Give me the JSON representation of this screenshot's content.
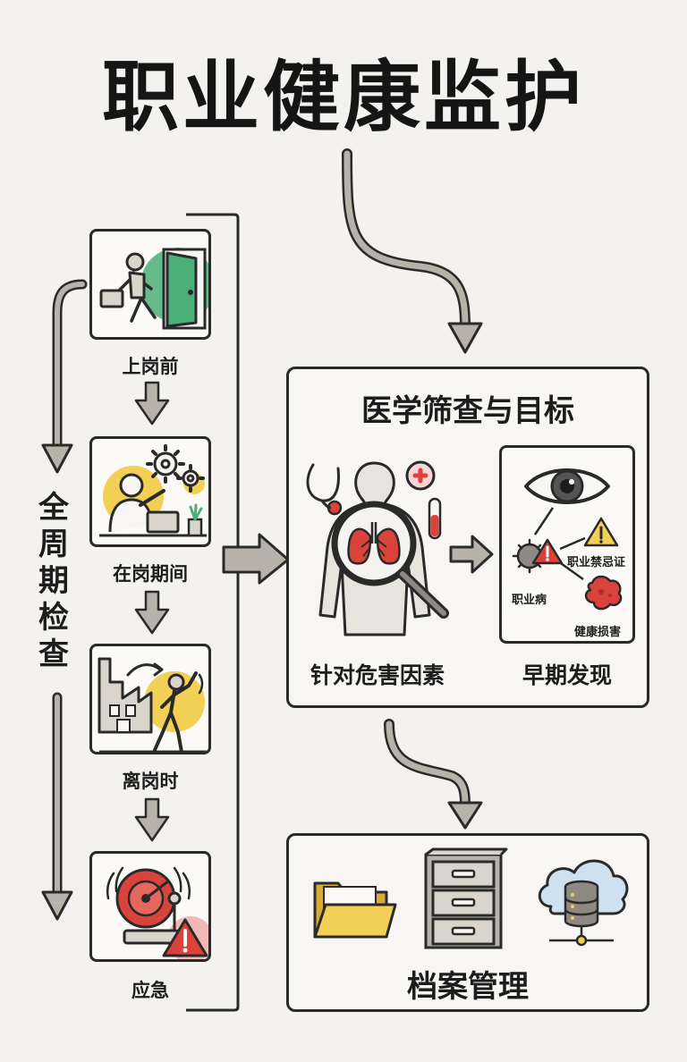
{
  "title": "职业健康监护",
  "cycle_label": [
    "全",
    "周",
    "期",
    "检",
    "查"
  ],
  "stages": [
    {
      "label": "上岗前",
      "icon": "walking-into-door-icon"
    },
    {
      "label": "在岗期间",
      "icon": "worker-at-laptop-with-gears-icon"
    },
    {
      "label": "离岗时",
      "icon": "person-leaving-factory-icon"
    },
    {
      "label": "应急",
      "icon": "alarm-bell-warning-icon"
    }
  ],
  "screening": {
    "title": "医学筛查与目标",
    "left_caption": "针对危害因素",
    "right_caption": "早期发现",
    "findings": {
      "contraindication": "职业禁忌证",
      "disease": "职业病",
      "damage": "健康损害"
    }
  },
  "records": {
    "title": "档案管理",
    "icons": [
      "folder-icon",
      "file-cabinet-icon",
      "cloud-database-icon"
    ]
  },
  "colors": {
    "arrow": "#b7b3ab",
    "outline": "#2a2a2a",
    "green": "#4caf78",
    "yellow": "#f2cf55",
    "red": "#d9433b"
  }
}
